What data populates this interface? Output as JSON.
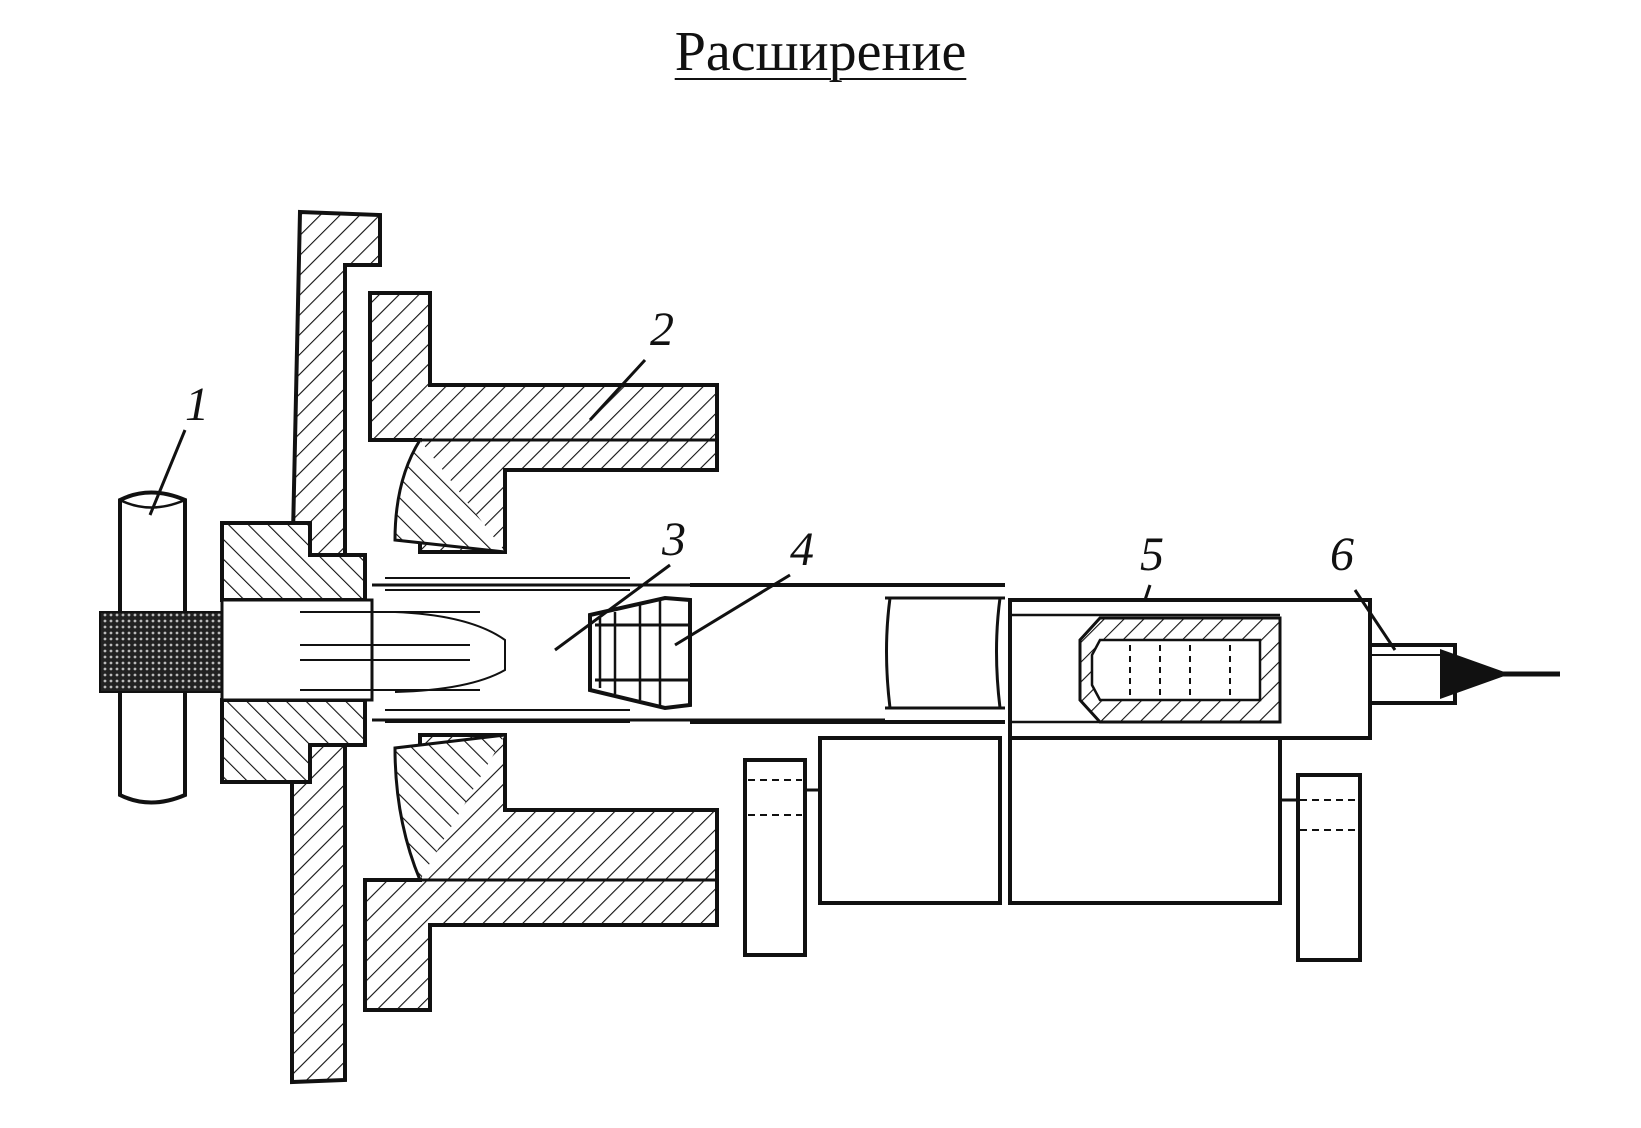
{
  "title": "Расширение",
  "callouts": {
    "c1": "1",
    "c2": "2",
    "c3": "3",
    "c4": "4",
    "c5": "5",
    "c6": "6"
  },
  "colors": {
    "ink": "#111111",
    "paper": "#ffffff"
  }
}
